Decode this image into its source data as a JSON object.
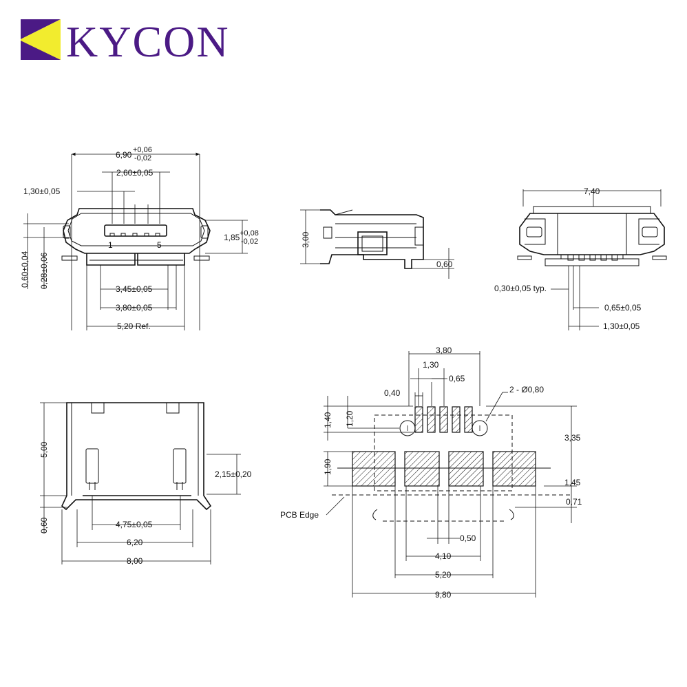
{
  "brand": {
    "name": "KYCON",
    "color": "#4b1a85",
    "accent": "#f2ec2e"
  },
  "front_view": {
    "width_main": "6,90",
    "width_tol_plus": "+0,06",
    "width_tol_minus": "-0,02",
    "pitch_span": "2,60±0,05",
    "offset_left": "1,30±0,05",
    "height_right": "1,85",
    "height_tol_plus": "+0,08",
    "height_tol_minus": "-0,02",
    "left_v1": "0,60±0,04",
    "left_v2": "0,28±0,06",
    "pin1": "1",
    "pin5": "5",
    "bottom1": "3,45±0,05",
    "bottom2": "3,80±0,05",
    "bottom3": "5,20 Ref."
  },
  "side_view": {
    "height": "3,00",
    "foot": "0,60"
  },
  "rear_view": {
    "width": "7,40",
    "pin_width": "0,30±0,05 typ.",
    "pitch": "0,65±0,05",
    "span": "1,30±0,05"
  },
  "top_view": {
    "length": "5,00",
    "foot": "0,60",
    "right_height": "2,15±0,20",
    "w1": "4,75±0,05",
    "w2": "6,20",
    "w3": "8,00"
  },
  "footprint": {
    "top_span": "3,80",
    "pitch_pair": "1,30",
    "pitch": "0,65",
    "pad_width": "0,40",
    "holes": "2 - Ø0,80",
    "pad_len": "1,40",
    "hole_off": "1,20",
    "big_pad_h": "1,90",
    "right1": "3,35",
    "right2": "1,45",
    "right3": "0,71",
    "pcb_edge": "PCB Edge",
    "center": "0,50",
    "span1": "4,10",
    "span2": "5,20",
    "span3": "9,80"
  }
}
